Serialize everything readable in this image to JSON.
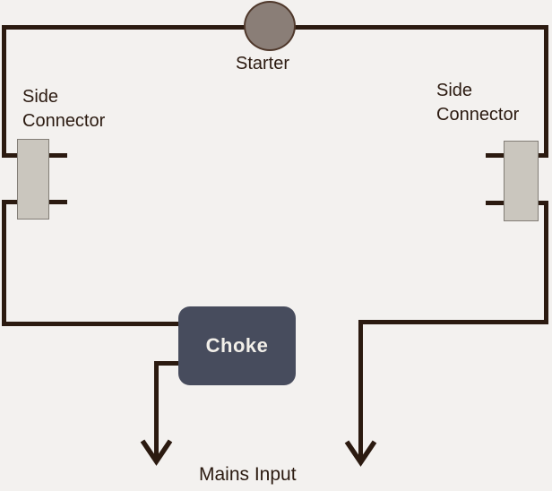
{
  "labels": {
    "starter": "Starter",
    "side_connector_left": "Side Connector",
    "side_connector_right": "Side Connector",
    "choke": "Choke",
    "mains_input": "Mains Input"
  },
  "colors": {
    "background": "#f3f1ef",
    "wire": "#2b1a10",
    "label": "#2b1a10",
    "starter-fill": "#8a7e77",
    "starter-stroke": "#4f382b",
    "connector-fill": "#cac6be",
    "connector-stroke": "#827d76",
    "choke-fill": "#474c5d",
    "choke-text": "#f2efe9"
  }
}
